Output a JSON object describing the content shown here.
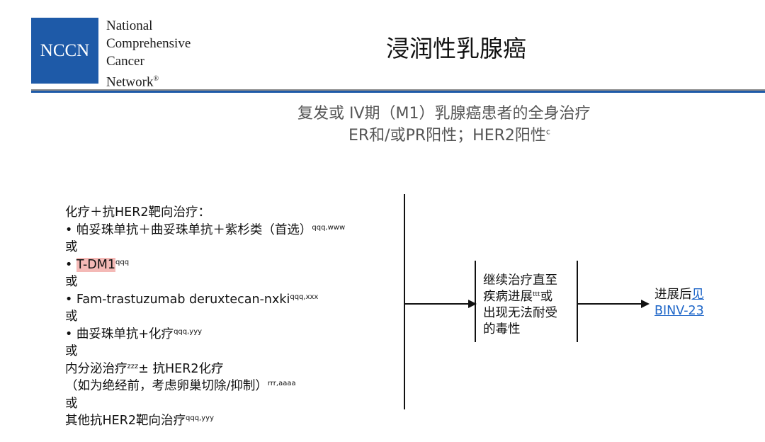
{
  "logo": {
    "badge_text": "NCCN",
    "lines": [
      "National",
      "Comprehensive",
      "Cancer",
      "Network"
    ],
    "registered_mark": "®"
  },
  "title": "浸润性乳腺癌",
  "subtitle": {
    "line1": "复发或 IV期（M1）乳腺癌患者的全身治疗",
    "line2_text": "ER和/或PR阳性；HER2阳性",
    "line2_sup": "c"
  },
  "treatments": [
    {
      "text": "化疗＋抗HER2靶向治疗：",
      "sup": ""
    },
    {
      "text": "• 帕妥珠单抗＋曲妥珠单抗＋紫杉类（首选）",
      "sup": "qqq,www"
    },
    {
      "text": "或",
      "sup": ""
    },
    {
      "bullet": "• ",
      "text": "T-DM1",
      "sup": "qqq",
      "highlight": true
    },
    {
      "text": "或",
      "sup": ""
    },
    {
      "text": "• Fam-trastuzumab deruxtecan-nxki",
      "sup": "qqq,xxx"
    },
    {
      "text": "或",
      "sup": ""
    },
    {
      "text": "• 曲妥珠单抗+化疗",
      "sup": "qqq,yyy"
    },
    {
      "text": "或",
      "sup": ""
    },
    {
      "text": "内分泌治疗",
      "sup": "zzz",
      "suffix": "± 抗HER2化疗"
    },
    {
      "text": "（如为绝经前，考虑卵巢切除/抑制）",
      "sup": "rrr,aaaa"
    },
    {
      "text": "或",
      "sup": ""
    },
    {
      "text": "其他抗HER2靶向治疗",
      "sup": "qqq,yyy"
    }
  ],
  "continue_box": {
    "line1": "继续治疗直至",
    "line2_text": "疾病进展",
    "line2_sup": "ttt",
    "line2_tail": "或",
    "line3": "出现无法耐受",
    "line4": "的毒性"
  },
  "progression": {
    "text": "进展后",
    "link_text_1": "见",
    "link_text_2": "BINV-23"
  },
  "colors": {
    "brand_blue": "#1e5aa8",
    "link_blue": "#1e66c8",
    "highlight": "#f4b9b6"
  }
}
